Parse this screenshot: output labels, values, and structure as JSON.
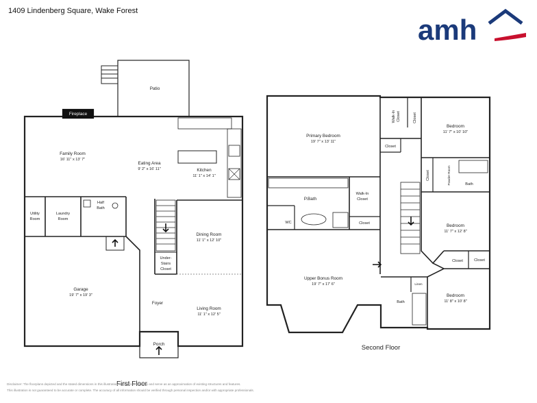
{
  "header": {
    "address": "1409 Lindenberg Square, Wake Forest",
    "logo_text": "amh",
    "logo_color": "#1b3a7a",
    "logo_accent": "#c8102e"
  },
  "first_floor": {
    "label": "First Floor",
    "rooms": {
      "patio": "Patio",
      "fireplace": "Fireplace",
      "family_name": "Family Room",
      "family_dim": "16' 11\" x 13' 7\"",
      "eating_name": "Eating Area",
      "eating_dim": "9' 2\" x 16' 11\"",
      "kitchen_name": "Kitchen",
      "kitchen_dim": "11' 1\" x 14' 1\"",
      "utility_1": "Utility",
      "utility_2": "Room",
      "laundry_1": "Laundry",
      "laundry_2": "Room",
      "halfbath_1": "Half",
      "halfbath_2": "Bath",
      "dining_name": "Dining Room",
      "dining_dim": "11' 1\" x 12' 10\"",
      "understairs_1": "Under-",
      "understairs_2": "Stairs",
      "understairs_3": "Closet",
      "garage_name": "Garage",
      "garage_dim": "19' 7\" x 19' 3\"",
      "foyer": "Foyer",
      "living_name": "Living Room",
      "living_dim": "11' 1\" x 12' 5\"",
      "porch": "Porch"
    }
  },
  "second_floor": {
    "label": "Second Floor",
    "rooms": {
      "primary_name": "Primary Bedroom",
      "primary_dim": "19' 7\" x 13' 11\"",
      "walkin_top_1": "Walk-In",
      "walkin_top_2": "Closet",
      "closet_narrow": "Closet",
      "bedroom1_name": "Bedroom",
      "bedroom1_dim": "11' 7\" x 10' 10\"",
      "closet_a": "Closet",
      "closet_v": "Closet",
      "powder": "Powder Room",
      "bath_small": "Bath",
      "pbath": "P.Bath",
      "wc": "WC",
      "walkin_mid_1": "Walk-In",
      "walkin_mid_2": "Closet",
      "closet_b": "Closet",
      "bedroom2_name": "Bedroom",
      "bedroom2_dim": "11' 7\" x 12' 8\"",
      "closet_c": "Closet",
      "closet_d": "Closet",
      "bonus_name": "Upper Bonus Room",
      "bonus_dim": "19' 7\" x 17' 6\"",
      "linen": "Linen",
      "bath_lower": "Bath",
      "bedroom3_name": "Bedroom",
      "bedroom3_dim": "11' 8\" x 10' 8\""
    }
  },
  "disclaimer": {
    "line1": "Disclaimer: The floorplans depicted and the stated dimensions in this illustration are approximate only and serve as an approximation of existing structures and features.",
    "line2": "This illustration is not guaranteed to be accurate or complete. The accuracy of all information should be verified through personal inspection and/or with appropriate professionals."
  }
}
